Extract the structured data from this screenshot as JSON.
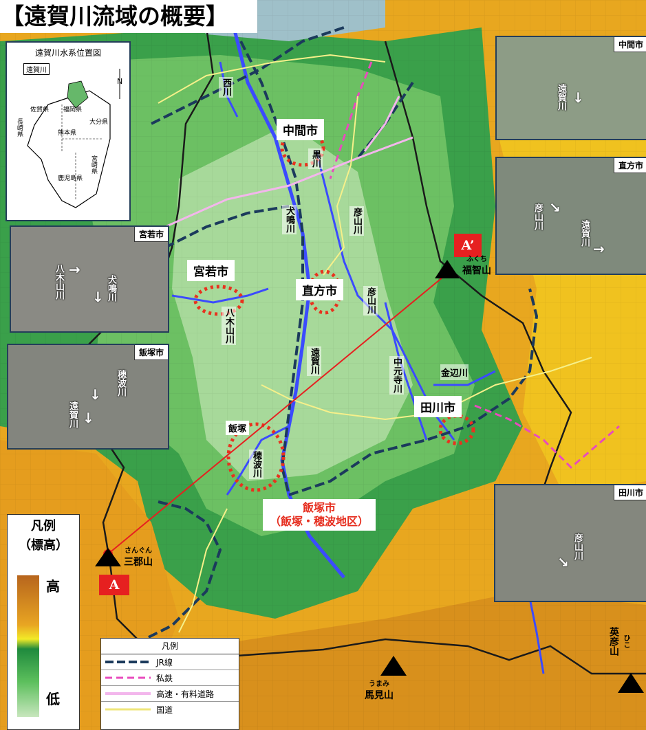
{
  "title": "【遠賀川流域の概要】",
  "inset": {
    "title": "遠賀川水系位置図",
    "river": "遠賀川",
    "prefs": [
      "佐賀県",
      "福岡県",
      "大分県",
      "熊本県",
      "長崎県",
      "宮崎県",
      "鹿児島県"
    ]
  },
  "photos": [
    {
      "tag": "中間市",
      "river": "遠賀川"
    },
    {
      "tag": "直方市",
      "river1": "彦山川",
      "river2": "遠賀川"
    },
    {
      "tag": "宮若市",
      "river1": "八木山川",
      "river2": "犬鳴川"
    },
    {
      "tag": "飯塚市",
      "river1": "穂波川",
      "river2": "遠賀川"
    },
    {
      "tag": "田川市",
      "river": "彦山川"
    }
  ],
  "cities": {
    "nakama": "中間市",
    "miyawaka": "宮若市",
    "nogata": "直方市",
    "tagawa": "田川市",
    "iizuka_short": "飯塚",
    "iizuka": "飯塚市",
    "iizuka_sub": "（飯塚・穂波地区）"
  },
  "rivers": {
    "nishi": "西川",
    "kaneshi": "黒川",
    "inunaki": "犬鳴川",
    "hikosan": "彦山川",
    "yagiyama": "八木山川",
    "onga": "遠賀川",
    "nakamoto": "中元寺川",
    "kanabe": "金辺川",
    "honami": "穂波川"
  },
  "points": {
    "a": "A",
    "a_prime": "A’"
  },
  "mountains": {
    "sangun": {
      "reading": "さんぐん",
      "name": "三郡山"
    },
    "fukuchi": {
      "reading": "ふくち",
      "name": "福智山"
    },
    "umami": {
      "reading": "うまみ",
      "name": "馬見山"
    },
    "hiko": {
      "reading": "ひこ",
      "name": "英彦山"
    }
  },
  "legend_elev": {
    "title": "凡例",
    "subtitle": "（標高）",
    "high": "高",
    "low": "低"
  },
  "legend_lines": {
    "title": "凡例",
    "items": [
      "JR線",
      "私鉄",
      "高速・有料道路",
      "国道"
    ]
  },
  "colors": {
    "jr": "#1b3a5c",
    "private_rail": "#e84bbd",
    "expressway": "#f3b6ec",
    "national_road": "#efe67a",
    "river": "#3b4bff",
    "accent_red": "#e62020"
  }
}
